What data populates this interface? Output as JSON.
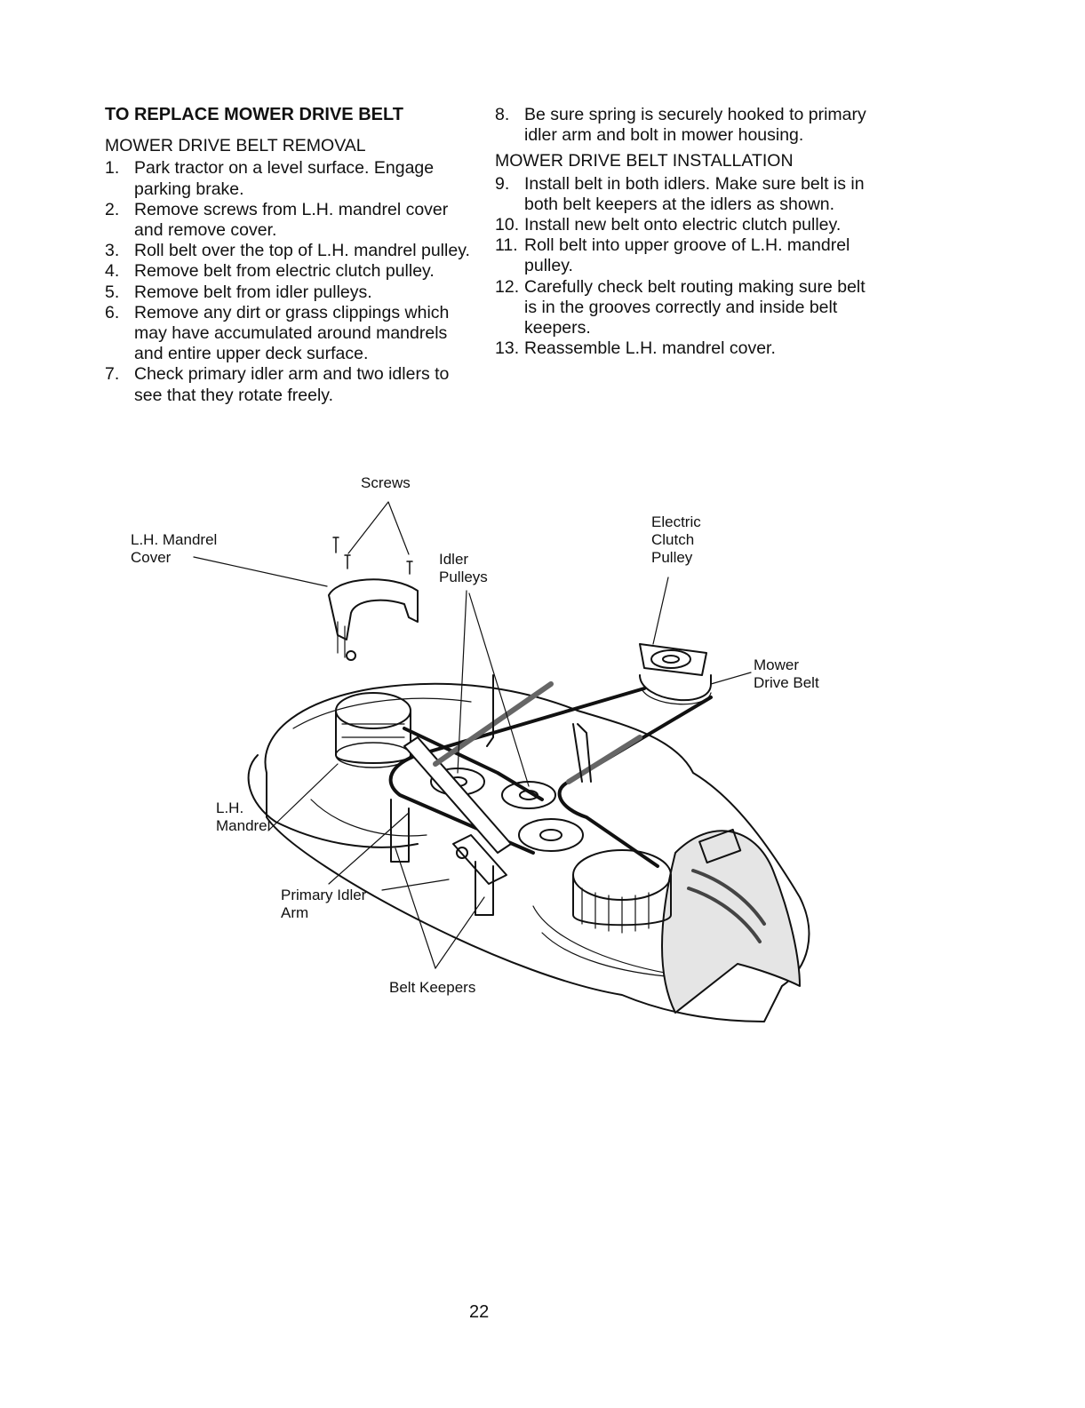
{
  "left_column": {
    "heading": "TO REPLACE MOWER DRIVE BELT",
    "subheading": "MOWER DRIVE BELT REMOVAL",
    "steps": [
      {
        "num": "1.",
        "text": "Park tractor on a level surface. Engage parking brake."
      },
      {
        "num": "2.",
        "text": "Remove screws from L.H. mandrel cover and remove cover."
      },
      {
        "num": "3.",
        "text": "Roll belt over the top of L.H. mandrel pulley."
      },
      {
        "num": "4.",
        "text": "Remove belt from electric clutch pulley."
      },
      {
        "num": "5.",
        "text": "Remove belt from idler pulleys."
      },
      {
        "num": "6.",
        "text": "Remove any dirt or grass clippings which may have accumulated around mandrels and entire upper deck surface."
      },
      {
        "num": "7.",
        "text": "Check primary idler arm and two idlers to see that they rotate freely."
      }
    ]
  },
  "right_column": {
    "steps_a": [
      {
        "num": "8.",
        "text": "Be sure spring is securely hooked to primary idler arm and bolt in mower housing."
      }
    ],
    "subheading": "MOWER DRIVE BELT INSTALLATION",
    "steps_b": [
      {
        "num": "9.",
        "text": "Install belt in both idlers. Make sure belt is in both belt keepers at the idlers as shown."
      },
      {
        "num": "10.",
        "text": "Install new belt onto electric clutch pulley."
      },
      {
        "num": "11.",
        "text": "Roll belt into upper groove of L.H. mandrel pulley."
      },
      {
        "num": "12.",
        "text": "Carefully check belt routing making sure belt is in the grooves correctly and inside belt keepers."
      },
      {
        "num": "13.",
        "text": "Reassemble L.H. mandrel cover."
      }
    ]
  },
  "figure": {
    "labels": {
      "screws": "Screws",
      "lh_mandrel_cover": "L.H. Mandrel\nCover",
      "idler_pulleys": "Idler\nPulleys",
      "electric_clutch_pulley": "Electric\nClutch\nPulley",
      "mower_drive_belt": "Mower\nDrive Belt",
      "lh_mandrel": "L.H.\nMandrel",
      "primary_idler_arm": "Primary Idler\nArm",
      "belt_keepers": "Belt Keepers"
    }
  },
  "page_number": "22"
}
